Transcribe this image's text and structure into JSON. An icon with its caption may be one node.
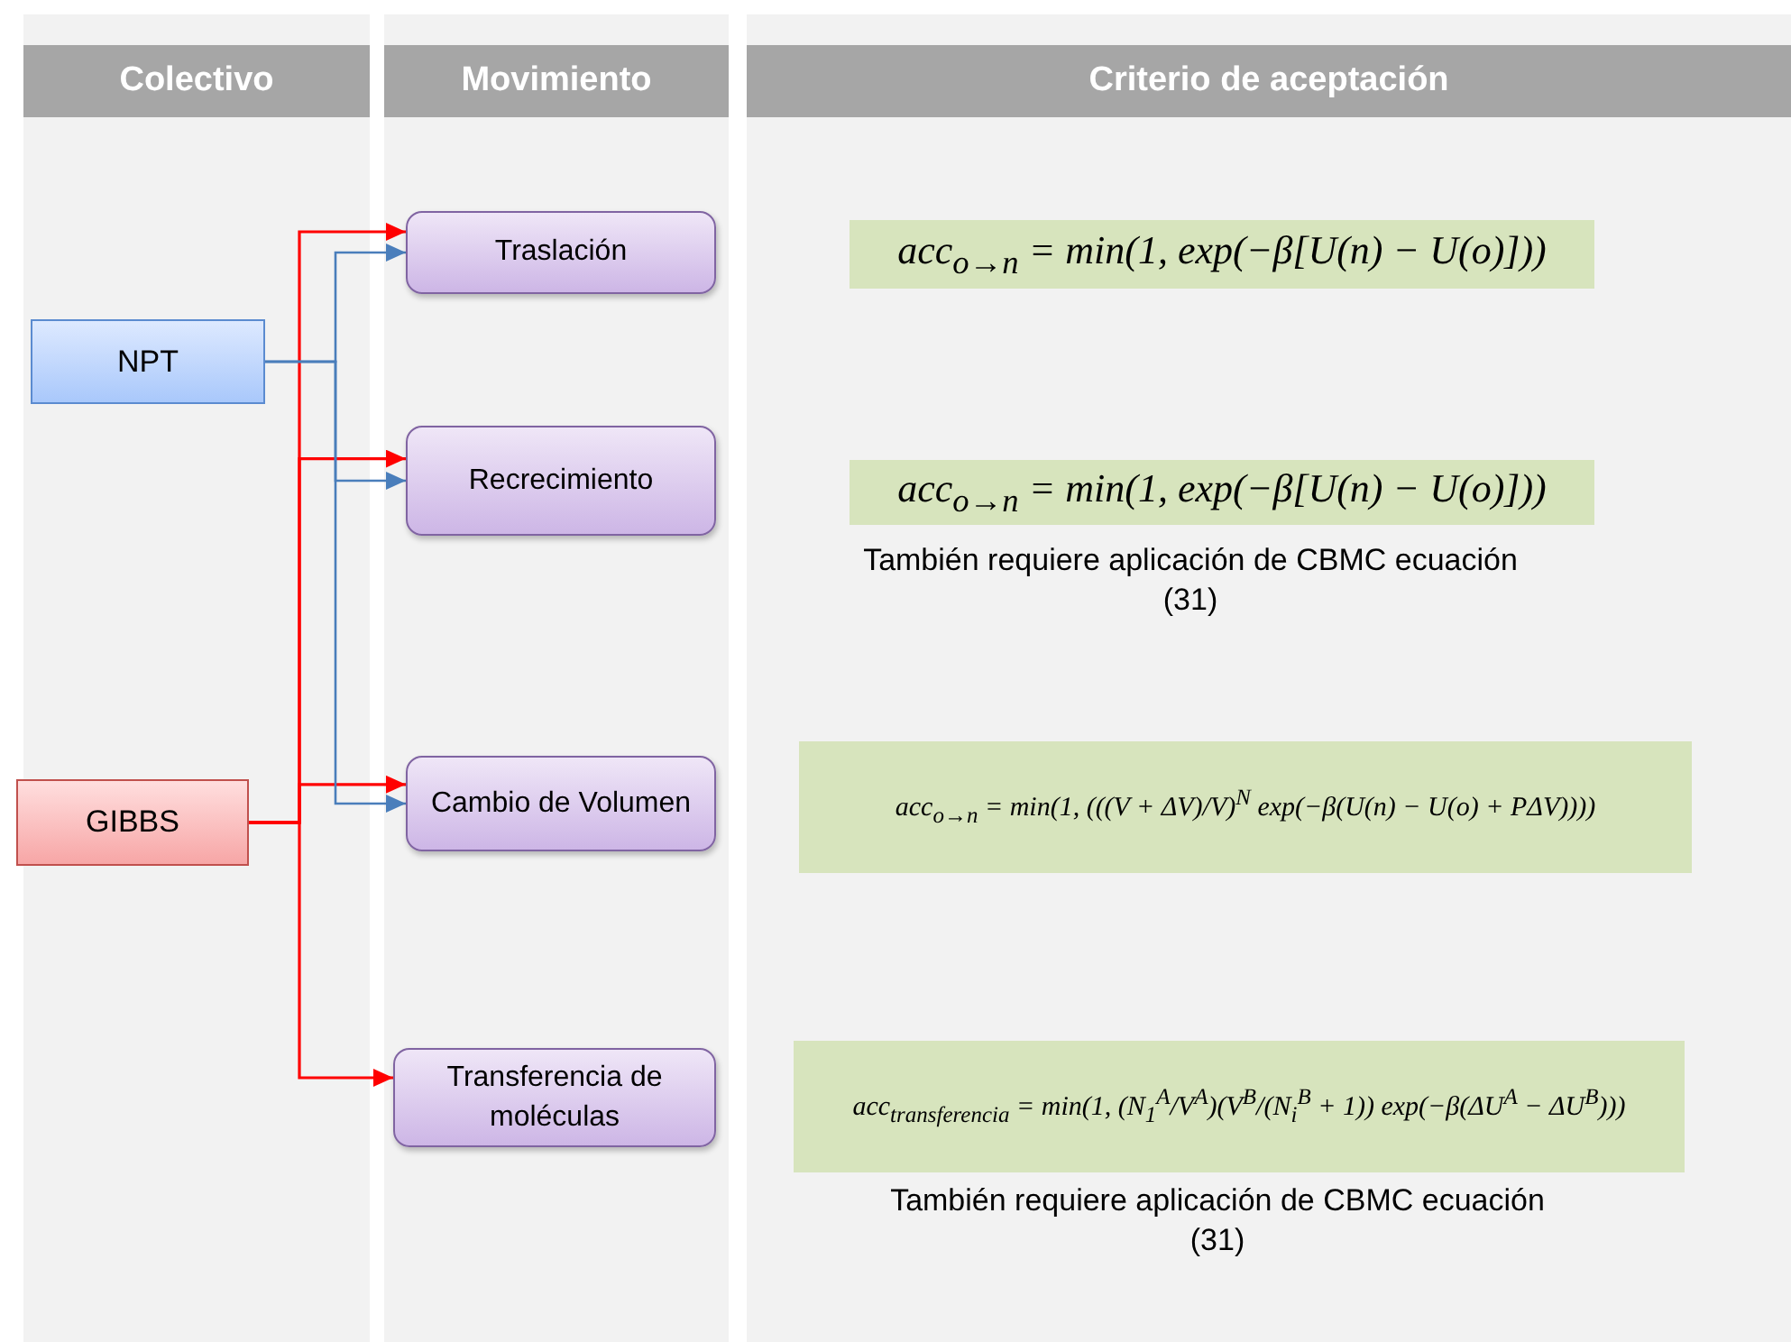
{
  "diagram": {
    "nodes": [
      {
        "text": [
          "Colectivo"
        ]
      },
      {
        "text": [
          "Movimiento"
        ]
      },
      {
        "text": [
          "Criterio de aceptación"
        ]
      },
      {
        "text": [
          "NPT"
        ]
      },
      {
        "text": [
          "GIBBS"
        ]
      },
      {
        "text": [
          "Traslación"
        ]
      },
      {
        "text": [
          "Recrecimiento"
        ]
      },
      {
        "text": [
          "Cambio de Volumen"
        ]
      },
      {
        "text": [
          "Transferencia de moléculas"
        ]
      },
      {
        "text": [
          "acc$_{o→n}$ = min(1, exp(−β[U(n) − U(o)]))"
        ]
      },
      {
        "text": [
          "acc$_{o→n}$ = min(1, exp(−β[U(n) − U(o)]))"
        ],
        "beside": [
          "También requiere aplicación de CBMC ecuación (31)"
        ]
      },
      {
        "text": [
          "acc$_{o→n}$ = min(1, (((V + ΔV)/V)$^{N}$ exp(−β(U(n) − U(o) + PΔV))))"
        ]
      },
      {
        "text": [
          "acc$_{transferencia}$ = min(1, (N$_{1}$$^{A}$/V$^{A}$)(V$^{B}$/(N$_{i}$$^{B}$ + 1)) exp(−β(ΔU$^{A}$ − ΔU$^{B}$)))"
        ],
        "beside": [
          "También requiere aplicación de CBMC ecuación (31)"
        ]
      }
    ],
    "edges": [
      {
        "from": 4,
        "to": 5,
        "arrow": "to"
      },
      {
        "from": 3,
        "to": 5,
        "arrow": "to",
        "color": "#4a7ebb"
      },
      {
        "from": 4,
        "to": 6,
        "arrow": "to"
      },
      {
        "from": 3,
        "to": 6,
        "arrow": "to",
        "color": "#4a7ebb"
      },
      {
        "from": 4,
        "to": 7,
        "arrow": "to"
      },
      {
        "from": 3,
        "to": 7,
        "arrow": "to",
        "color": "#4a7ebb"
      },
      {
        "from": 4,
        "to": 8,
        "arrow": "to"
      }
    ]
  }
}
